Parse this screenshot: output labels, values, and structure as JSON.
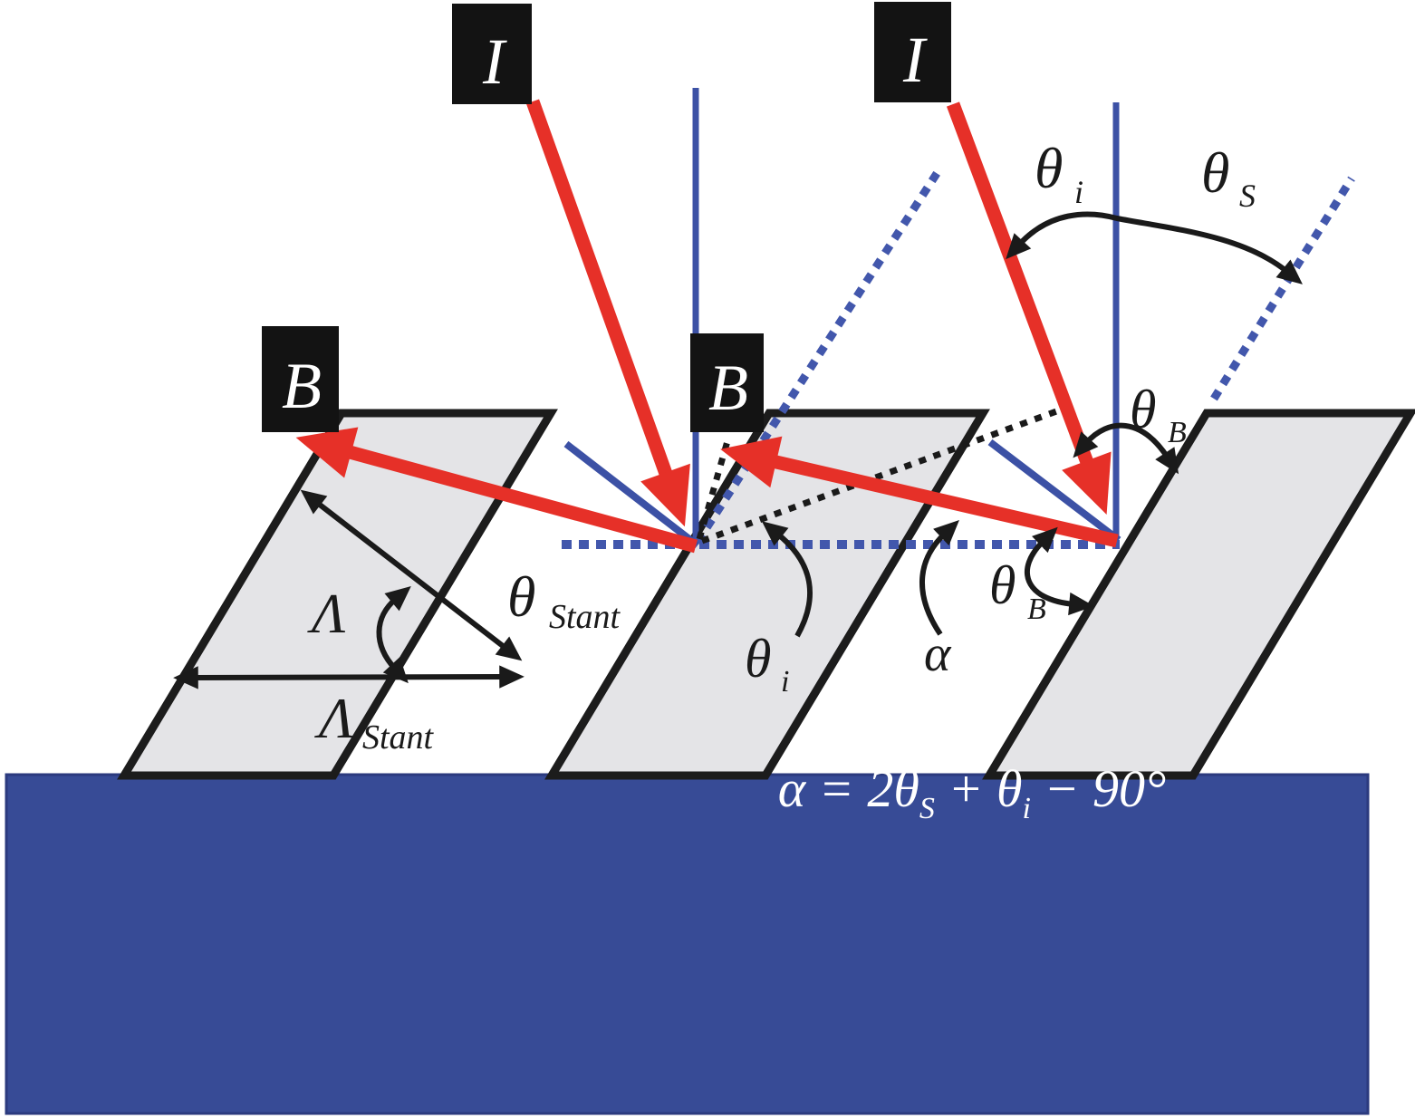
{
  "figure": {
    "description": "Slanted grating diffraction geometry diagram",
    "equation": {
      "p1": "α = 2θ",
      "s1": "S",
      "p2": " + θ",
      "s2": "i",
      "p3": " − 90°"
    },
    "labels": {
      "incident_left": "I",
      "incident_right": "I",
      "bragg_left": "B",
      "bragg_middle": "B",
      "theta_i_top_main": "θ",
      "theta_i_top_sub": "i",
      "theta_s_top_main": "θ",
      "theta_s_top_sub": "S",
      "theta_b_upper_main": "θ",
      "theta_b_upper_sub": "B",
      "theta_b_lower_main": "θ",
      "theta_b_lower_sub": "B",
      "theta_i_lower_main": "θ",
      "theta_i_lower_sub": "i",
      "alpha": "α",
      "lambda": "Λ",
      "lambda_stant_main": "Λ",
      "lambda_stant_sub": "Stant",
      "theta_stant_main": "θ",
      "theta_stant_sub": "Stant"
    },
    "colors": {
      "beam_red": "#e63028",
      "line_blue": "#3c51a5",
      "dotted_blue": "#4257ac",
      "substrate_blue": "#374b96",
      "slab_gray": "#e4e4e7",
      "outline_black": "#1c1c1c",
      "label_box_black": "#131313",
      "text_white": "#ffffff"
    }
  }
}
